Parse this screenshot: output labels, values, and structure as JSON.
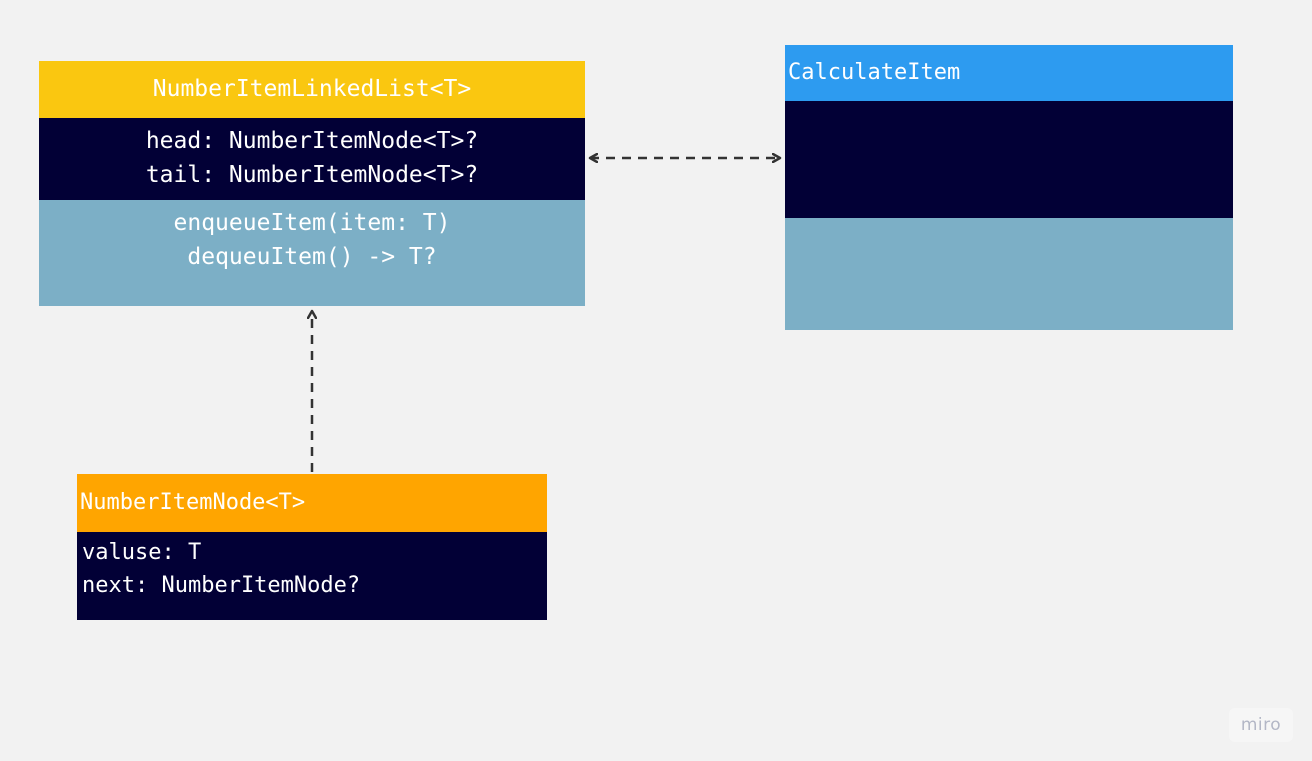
{
  "colors": {
    "canvas": "#f2f2f2",
    "properties_section": "#020036",
    "methods_section": "#7cafc6",
    "linked_list_header": "#fac710",
    "calculate_header": "#2d9bf0",
    "node_header": "#ffa500",
    "connector": "#333333",
    "text": "#ffffff"
  },
  "classes": {
    "linked_list": {
      "name": "NumberItemLinkedList<T>",
      "properties": [
        "head: NumberItemNode<T>?",
        "tail: NumberItemNode<T>?"
      ],
      "methods": [
        "enqueueItem(item: T)",
        "dequeuItem() -> T?"
      ]
    },
    "calculate_item": {
      "name": "CalculateItem",
      "properties": [],
      "methods": []
    },
    "node": {
      "name": "NumberItemNode<T>",
      "properties": [
        "valuse: T",
        "next: NumberItemNode?"
      ]
    }
  },
  "connectors": [
    {
      "from": "linked_list",
      "to": "calculate_item",
      "style": "dashed",
      "arrows": "both"
    },
    {
      "from": "node",
      "to": "linked_list",
      "style": "dashed",
      "arrows": "end"
    }
  ],
  "watermark": {
    "text": "miro"
  }
}
